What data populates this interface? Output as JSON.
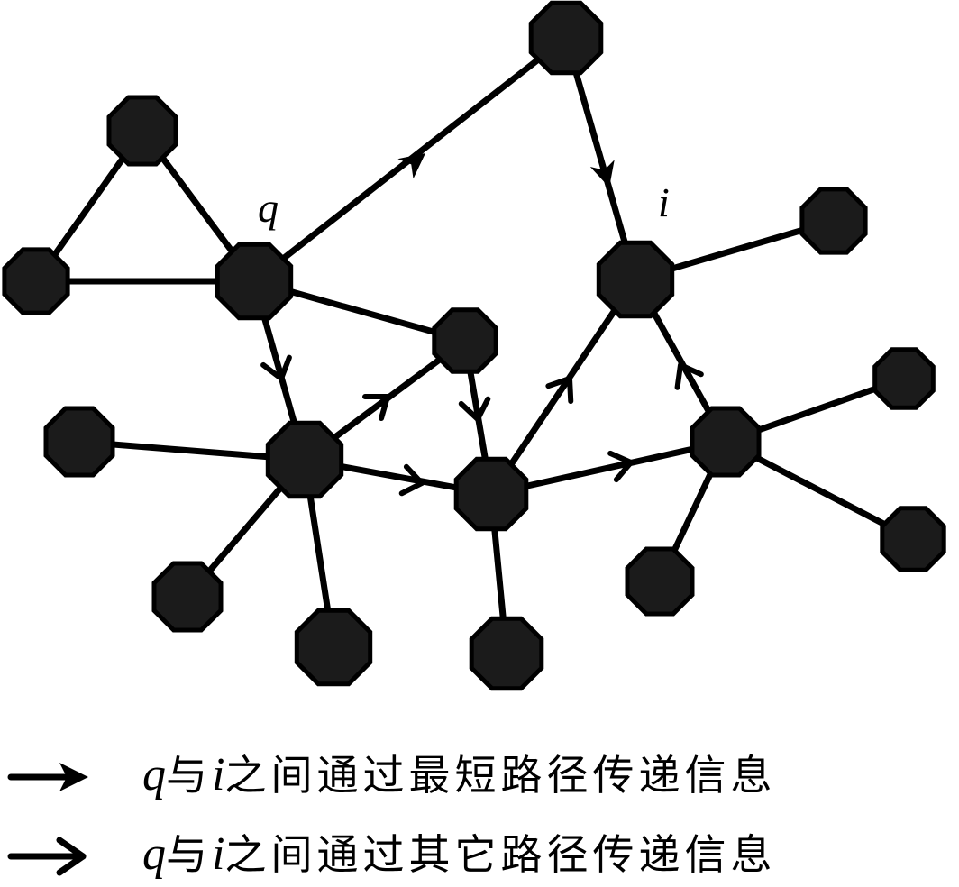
{
  "labels": {
    "q": "q",
    "i": "i"
  },
  "legend": [
    {
      "var1": "q",
      "mid": "与",
      "var2": "i",
      "text": "之间通过最短路径传递信息"
    },
    {
      "var1": "q",
      "mid": "与",
      "var2": "i",
      "text": "之间通过其它路径传递信息"
    }
  ],
  "colors": {
    "node_fill": "#1b1b1b",
    "edge": "#000000",
    "background": "#ffffff"
  }
}
